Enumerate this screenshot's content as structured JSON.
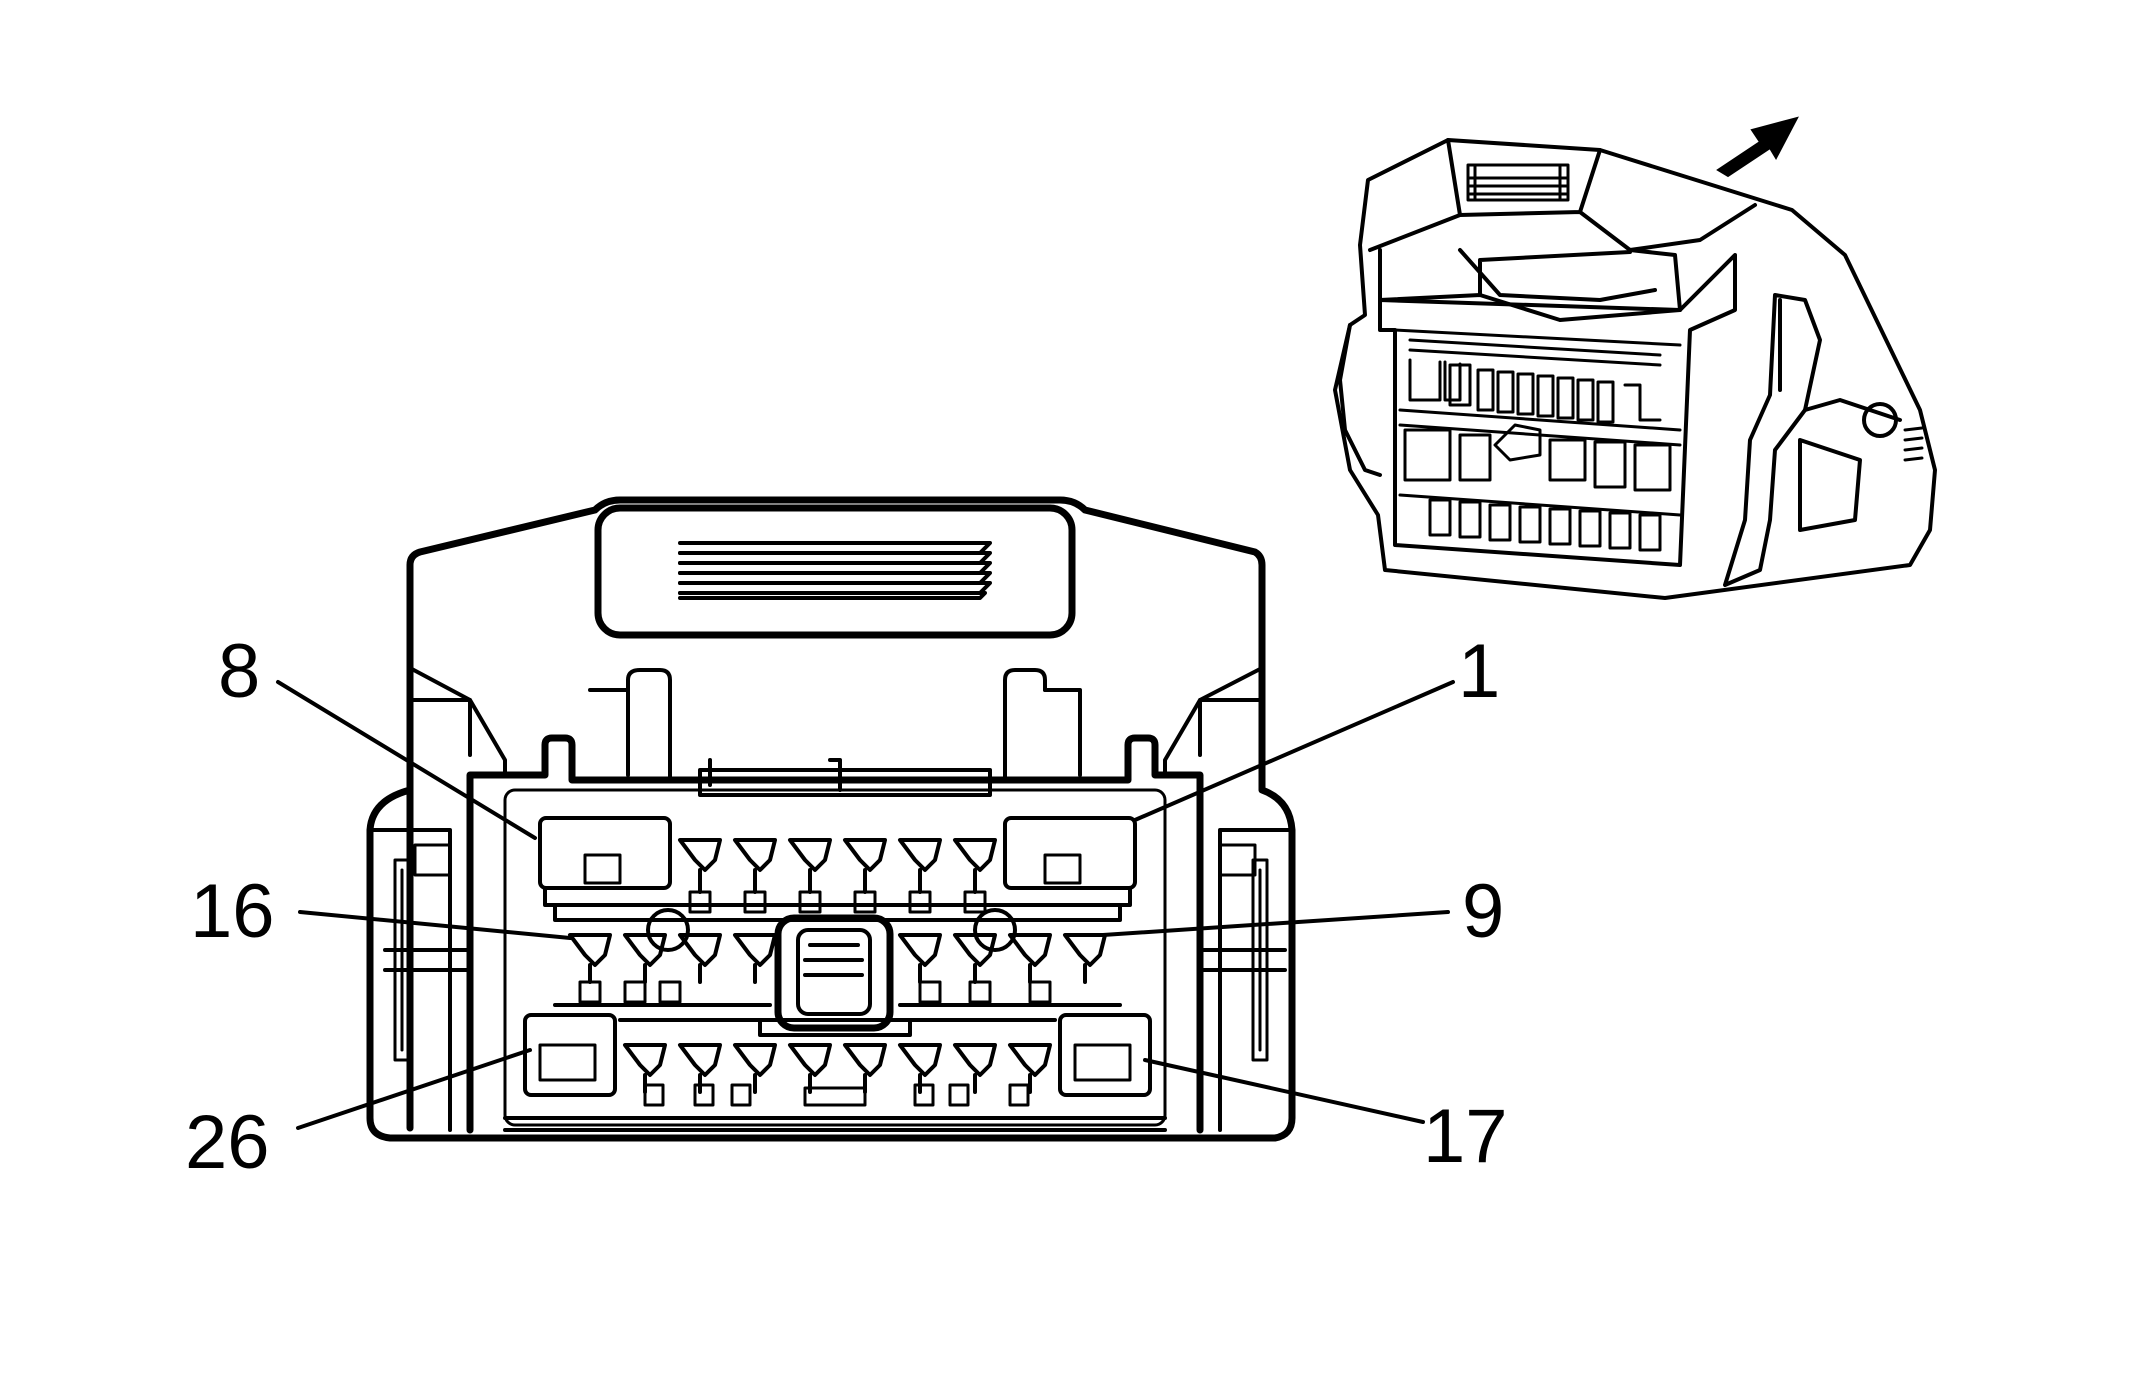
{
  "diagram": {
    "pin_labels": [
      {
        "id": "pin-8",
        "text": "8"
      },
      {
        "id": "pin-1",
        "text": "1"
      },
      {
        "id": "pin-16",
        "text": "16"
      },
      {
        "id": "pin-9",
        "text": "9"
      },
      {
        "id": "pin-26",
        "text": "26"
      },
      {
        "id": "pin-17",
        "text": "17"
      }
    ],
    "colors": {
      "line": "#000000",
      "background": "#ffffff"
    },
    "icons": {
      "direction": "arrow-icon"
    }
  }
}
